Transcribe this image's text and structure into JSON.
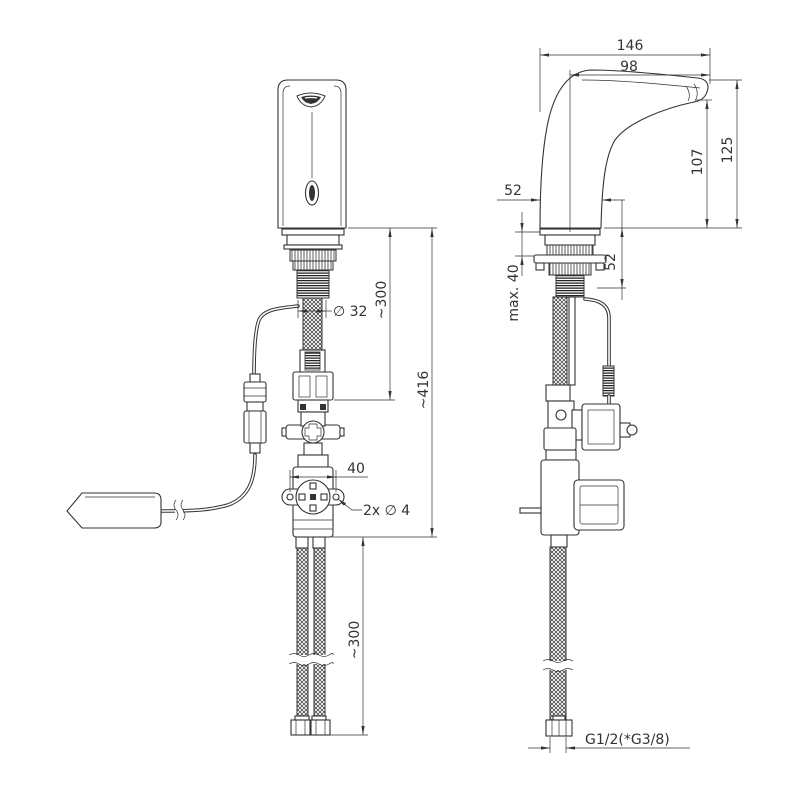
{
  "colors": {
    "ink": "#333333",
    "paper": "#ffffff"
  },
  "front_view": {
    "shank_diameter": "∅ 32",
    "cable_length": "~300",
    "overall_height": "~416",
    "bracket_width": "40",
    "mounting_holes": "2x ∅ 4",
    "hose_length": "~300"
  },
  "side_view": {
    "overall_depth": "146",
    "spout_reach": "98",
    "outlet_height": "107",
    "spout_height": "125",
    "base_width": "52",
    "base_height": "52",
    "deck_thickness": "max. 40",
    "connection_thread": "G1/2(*G3/8)"
  }
}
